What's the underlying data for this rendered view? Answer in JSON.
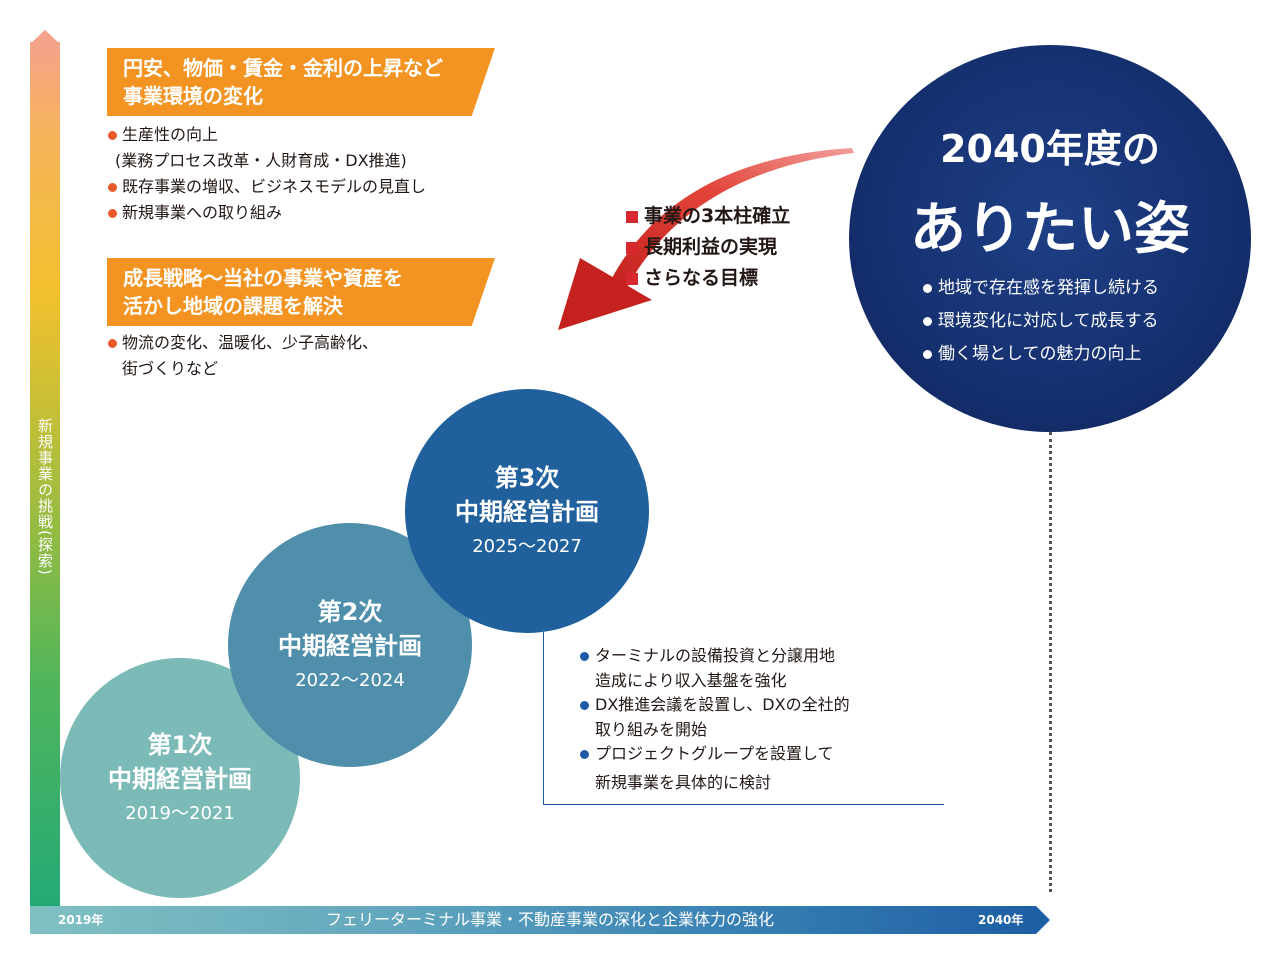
{
  "vertical_axis": {
    "label": "新規事業の挑戦(探索)"
  },
  "horizontal_axis": {
    "label": "フェリーターミナル事業・不動産事業の深化と企業体力の強化",
    "start_year": "2019年",
    "end_year": "2040年"
  },
  "environment": {
    "title_line1": "円安、物価・賃金・金利の上昇など",
    "title_line2": "事業環境の変化",
    "items": [
      "生産性の向上",
      "(業務プロセス改革・人財育成・DX推進)",
      "既存事業の増収、ビジネスモデルの見直し",
      "新規事業への取り組み"
    ]
  },
  "growth": {
    "title_line1": "成長戦略〜当社の事業や資産を",
    "title_line2": "活かし地域の課題を解決",
    "items": [
      "物流の変化、温暖化、少子高齢化、",
      "街づくりなど"
    ]
  },
  "plans": [
    {
      "number": "第1次",
      "name": "中期経営計画",
      "years": "2019〜2021"
    },
    {
      "number": "第2次",
      "name": "中期経営計画",
      "years": "2022〜2024"
    },
    {
      "number": "第3次",
      "name": "中期経営計画",
      "years": "2025〜2027"
    }
  ],
  "plan3_items": [
    "ターミナルの設備投資と分譲用地",
    "造成により収入基盤を強化",
    "DX推進会議を設置し、DXの全社的",
    "取り組みを開始",
    "プロジェクトグループを設置して",
    "新規事業を具体的に検討"
  ],
  "goals": [
    "事業の3本柱確立",
    "長期利益の実現",
    "さらなる目標"
  ],
  "vision": {
    "line1": "2040年度の",
    "line2": "ありたい姿",
    "items": [
      "地域で存在感を発揮し続ける",
      "環境変化に対応して成長する",
      "働く場としての魅力の向上"
    ]
  },
  "colors": {
    "orange": "#f39422",
    "red": "#d7282f",
    "navy": "#15306f",
    "plan1": "#7cbab7",
    "plan2": "#4f8fab",
    "plan3": "#20609c"
  }
}
